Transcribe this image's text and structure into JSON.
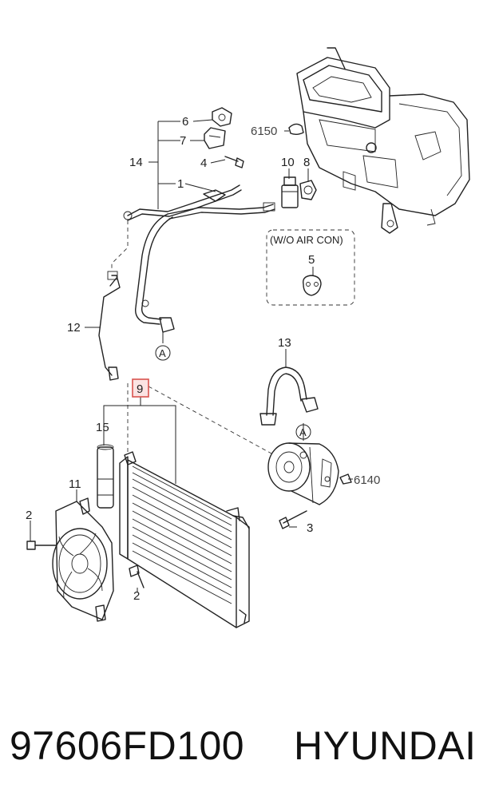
{
  "callouts": {
    "c1": "1",
    "c2a": "2",
    "c2b": "2",
    "c3": "3",
    "c4": "4",
    "c5": "5",
    "c6": "6",
    "c7": "7",
    "c8": "8",
    "c9": "9",
    "c10": "10",
    "c11": "11",
    "c12": "12",
    "c13": "13",
    "c14": "14",
    "c15": "15",
    "c6140": "6140",
    "c6150": "6150",
    "refA1": "A",
    "refA2": "A"
  },
  "variant_box_label": "(W/O AIR CON)",
  "highlight_color": "#d9534f",
  "footer": {
    "part_number": "97606FD100",
    "brand": "HYUNDAI"
  }
}
